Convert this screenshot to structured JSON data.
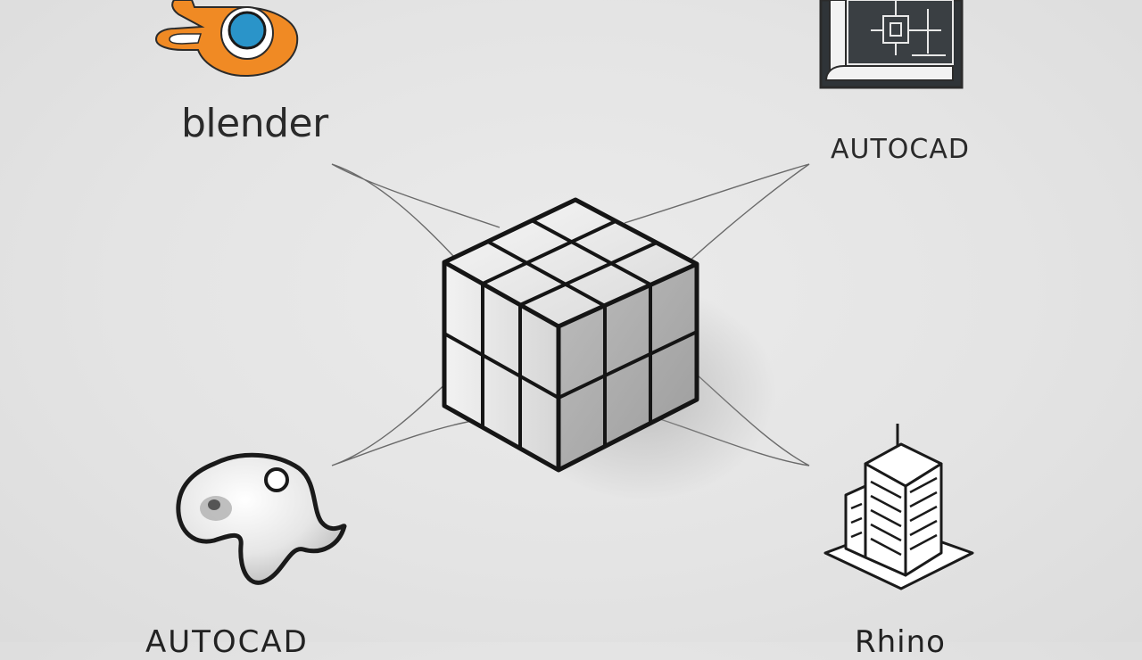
{
  "diagram": {
    "center": {
      "name": "3d-cube"
    },
    "nodes": [
      {
        "id": "blender",
        "label": "blender",
        "icon": "blender-logo-icon"
      },
      {
        "id": "autocad-top",
        "label": "AUTOCAD",
        "icon": "blueprint-icon"
      },
      {
        "id": "autocad-bottom",
        "label": "AUTOCAD",
        "icon": "organic-blob-icon"
      },
      {
        "id": "rhino",
        "label": "Rhino",
        "icon": "building-icon"
      }
    ]
  },
  "colors": {
    "background": "#e6e6e6",
    "blender_orange": "#f08a24",
    "blender_blue": "#2a94c9",
    "line": "#1e1e1e"
  }
}
